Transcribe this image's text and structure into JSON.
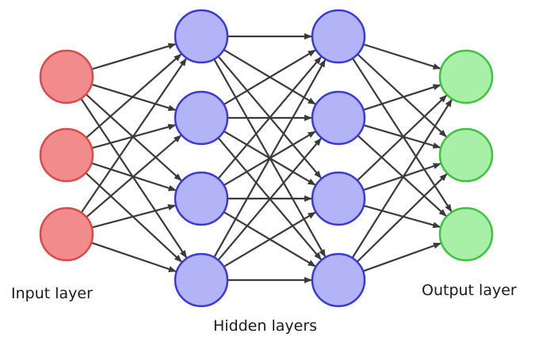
{
  "labels": {
    "input": "Input layer",
    "hidden": "Hidden layers",
    "output": "Output layer"
  },
  "layers": [
    {
      "id": "input",
      "nodes": 3,
      "fill": "#f28b8b",
      "stroke": "#d94a4a"
    },
    {
      "id": "hidden1",
      "nodes": 4,
      "fill": "#b3b3f7",
      "stroke": "#3a3ad6"
    },
    {
      "id": "hidden2",
      "nodes": 4,
      "fill": "#b3b3f7",
      "stroke": "#3a3ad6"
    },
    {
      "id": "output",
      "nodes": 3,
      "fill": "#a8efa8",
      "stroke": "#3cc43c"
    }
  ],
  "connections": "fully-connected",
  "edge_color": "#3a3a3a"
}
